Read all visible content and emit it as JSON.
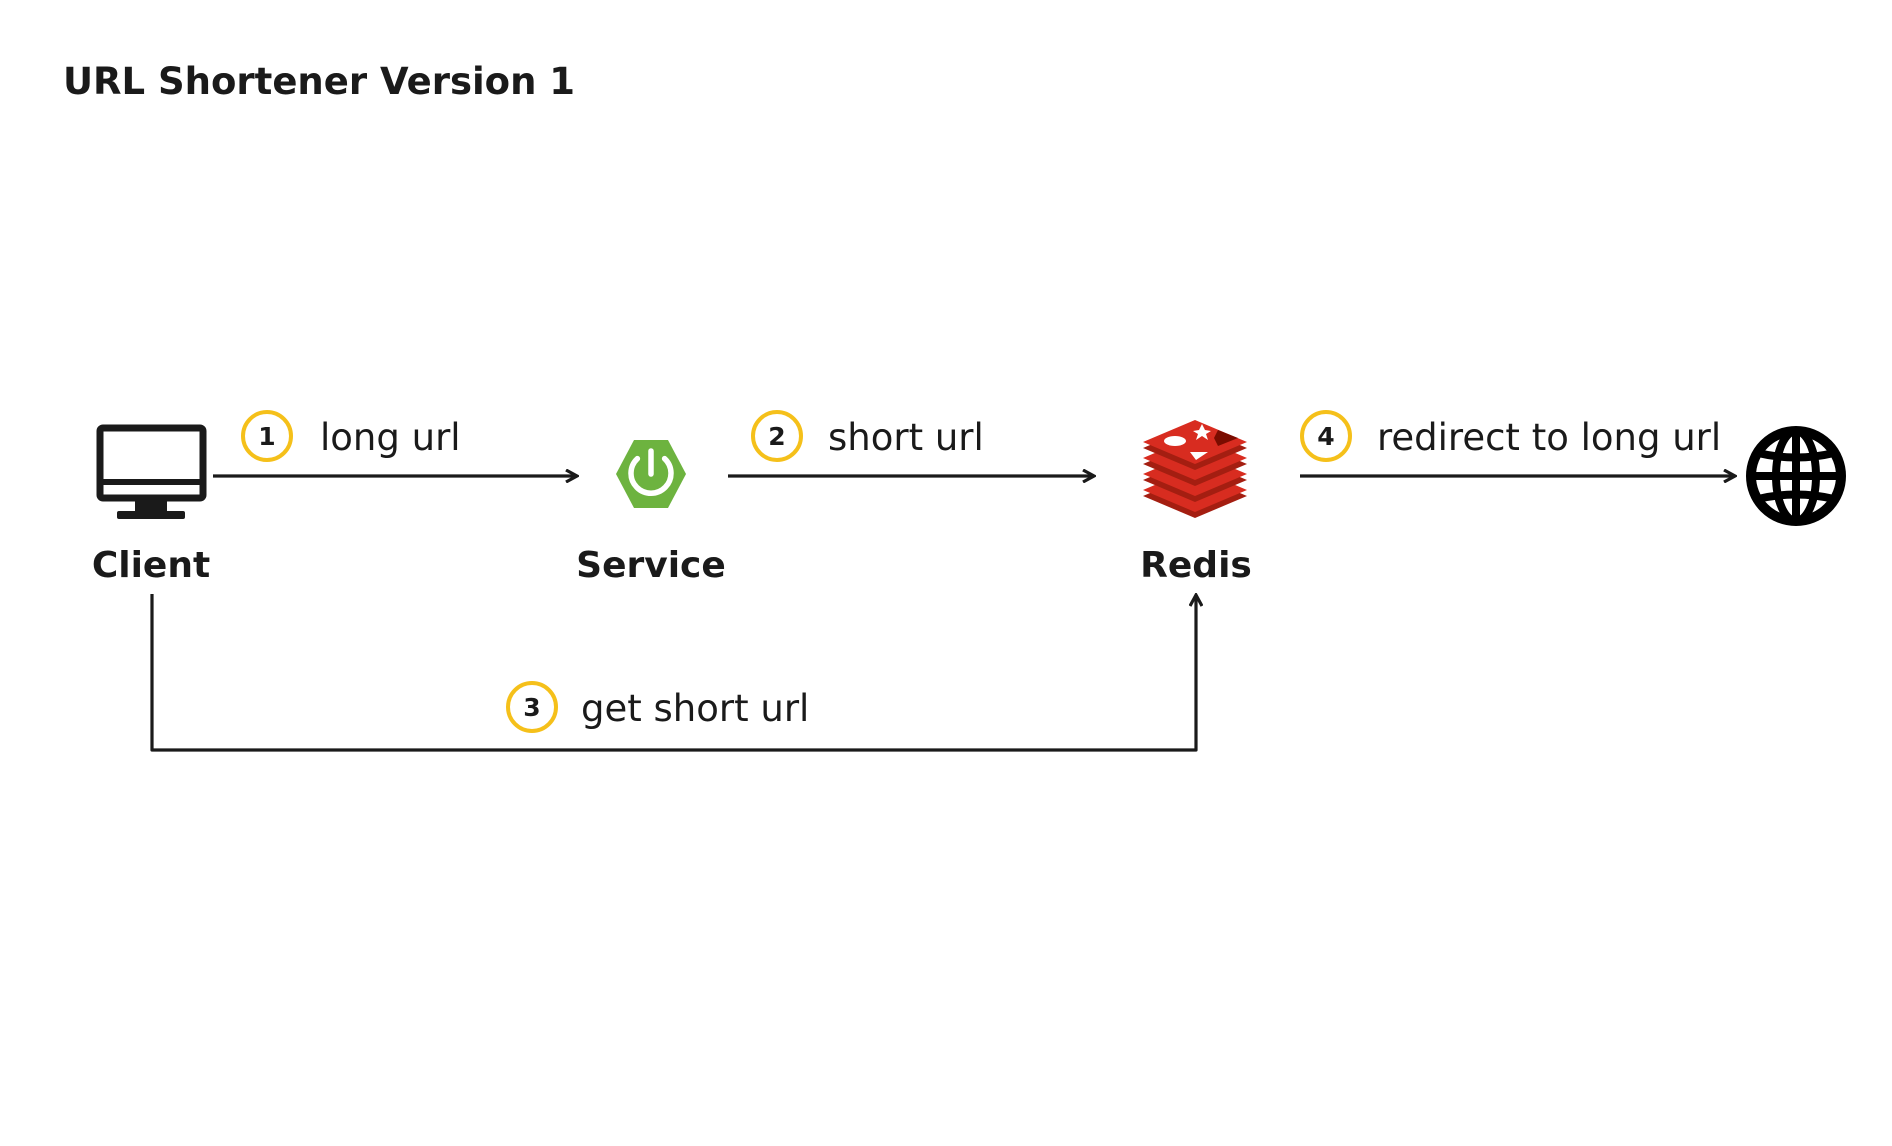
{
  "title": "URL Shortener Version 1",
  "nodes": {
    "client": {
      "label": "Client",
      "icon": "monitor-icon"
    },
    "service": {
      "label": "Service",
      "icon": "spring-power-icon"
    },
    "redis": {
      "label": "Redis",
      "icon": "redis-logo-icon"
    },
    "web": {
      "icon": "globe-icon"
    }
  },
  "edges": [
    {
      "step": "1",
      "label": "long url"
    },
    {
      "step": "2",
      "label": "short url"
    },
    {
      "step": "3",
      "label": "get short url"
    },
    {
      "step": "4",
      "label": "redirect to long url"
    }
  ],
  "colors": {
    "step_ring": "#F5C01A",
    "spring_green": "#6DB33F",
    "redis_red": "#C6302B",
    "redis_dark": "#A41E11",
    "ink": "#1a1a1a"
  }
}
